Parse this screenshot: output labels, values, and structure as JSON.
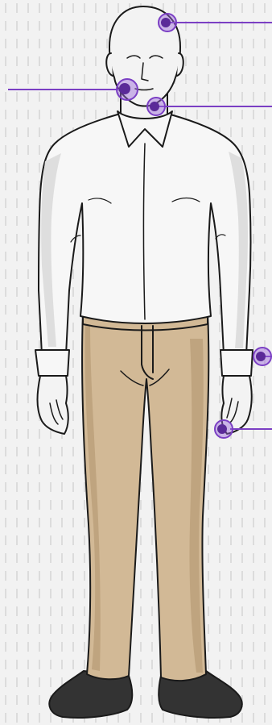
{
  "colors": {
    "background": "#f2f2f2",
    "grid_dash": "#dcdcdc",
    "outline": "#1a1a1a",
    "head": "#f3f3f3",
    "shirt": "#f7f7f7",
    "shirt_shadow": "#dedede",
    "pants": "#d2b996",
    "pants_shadow": "#bfa47f",
    "shoes": "#333333",
    "marker": "#7b3fc4",
    "marker_ring": "#9a66da",
    "marker_center": "#5a2a98"
  },
  "figure": {
    "subject": "man-standing",
    "garments": [
      "head",
      "shirt",
      "pants",
      "shoes"
    ]
  },
  "hotspots": [
    {
      "name": "hotspot-head-top",
      "target": "head",
      "leader_side": "right"
    },
    {
      "name": "hotspot-cheek",
      "target": "cheek",
      "leader_side": "left"
    },
    {
      "name": "hotspot-chin",
      "target": "chin",
      "leader_side": "right"
    },
    {
      "name": "hotspot-right-wrist",
      "target": "wrist",
      "leader_side": "right"
    },
    {
      "name": "hotspot-right-hand",
      "target": "hand",
      "leader_side": "right"
    }
  ]
}
